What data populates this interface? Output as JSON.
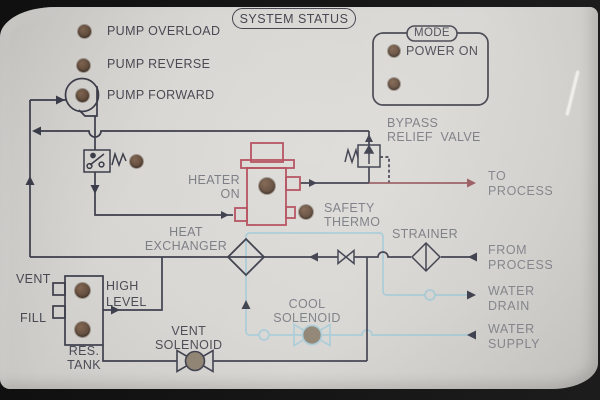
{
  "header": {
    "system_status": "SYSTEM STATUS"
  },
  "mode_box": {
    "title": "MODE",
    "indicators": [
      {
        "label": "POWER ON"
      },
      {
        "label": ""
      }
    ]
  },
  "pump_indicators": [
    {
      "label": "PUMP OVERLOAD"
    },
    {
      "label": "PUMP REVERSE"
    },
    {
      "label": "PUMP FORWARD"
    }
  ],
  "heater": {
    "line1": "HEATER",
    "line2": "ON"
  },
  "safety_thermo": {
    "line1": "SAFETY",
    "line2": "THERMO"
  },
  "bypass_relief": {
    "line1": "BYPASS",
    "line2": "RELIEF  VALVE"
  },
  "heat_exchanger": {
    "line1": "HEAT",
    "line2": "EXCHANGER"
  },
  "strainer": {
    "label": "STRAINER"
  },
  "vent_solenoid": {
    "line1": "VENT",
    "line2": "SOLENOID"
  },
  "cool_solenoid": {
    "line1": "COOL",
    "line2": "SOLENOID"
  },
  "tank": {
    "vent": "VENT",
    "fill": "FILL",
    "name1": "RES.",
    "name2": "TANK",
    "high1": "HIGH",
    "high2": "LEVEL"
  },
  "process": {
    "to1": "TO",
    "to2": "PROCESS",
    "from1": "FROM",
    "from2": "PROCESS",
    "drain1": "WATER",
    "drain2": "DRAIN",
    "supply1": "WATER",
    "supply2": "SUPPLY"
  },
  "colors": {
    "panel": "#d8d6d2",
    "line_dark": "#3d3e4c",
    "heater_red": "#b5505e",
    "water_blue": "#a8cbd7",
    "process_maroon": "#9a5d62",
    "indicator_brown": "#6f5747",
    "label_dark": "#4a4a55",
    "label_gray": "#7b7d85"
  }
}
